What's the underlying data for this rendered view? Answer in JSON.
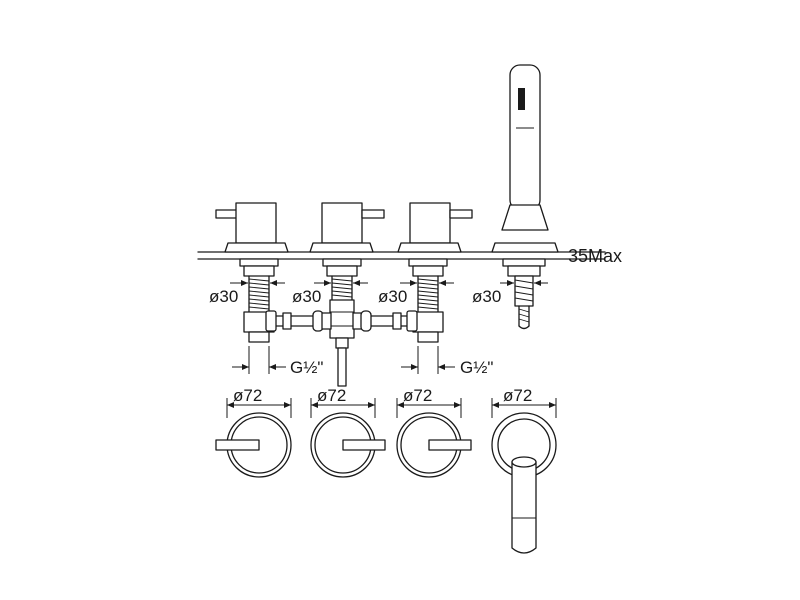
{
  "dimensions": {
    "deck_thickness": "35Max",
    "hole_diameter_1": "ø30",
    "hole_diameter_2": "ø30",
    "hole_diameter_3": "ø30",
    "hole_diameter_4": "ø30",
    "thread_left": "G½\"",
    "thread_right": "G½\"",
    "rosette_1": "ø72",
    "rosette_2": "ø72",
    "rosette_3": "ø72",
    "rosette_4": "ø72"
  }
}
